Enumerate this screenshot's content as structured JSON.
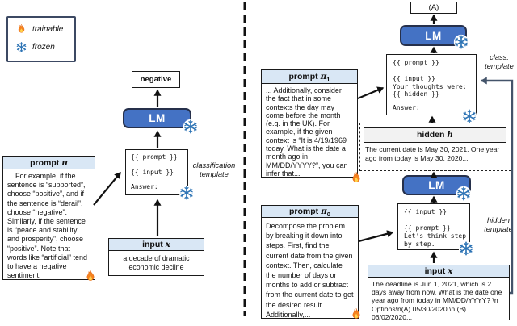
{
  "legend": {
    "trainable_label": "trainable",
    "frozen_label": "frozen",
    "trainable_icon": "flame-icon",
    "frozen_icon": "snowflake-icon"
  },
  "left": {
    "output_label": "negative",
    "lm_label": "LM",
    "template": {
      "lines": [
        "{{ prompt }}",
        "",
        "{{ input }}",
        "",
        "Answer:"
      ],
      "label_line1": "classification",
      "label_line2": "template"
    },
    "prompt": {
      "title_prefix": "prompt",
      "title_symbol": "π",
      "body": "... For example, if the sentence is “supported”, choose “positive”, and if the sentence is “derail”, choose “negative”. Similarly, if the sentence is “peace and stability and prosperity”, choose “positive”. Note that words like “artificial” tend to have a negative sentiment."
    },
    "input": {
      "title_prefix": "input",
      "title_symbol": "x",
      "body": "a decade of dramatic economic decline"
    }
  },
  "right": {
    "output_label": "(A)",
    "lm_top_label": "LM",
    "lm_mid_label": "LM",
    "class_template": {
      "lines": [
        "{{ prompt }}",
        "",
        "{{ input }}",
        "Your thoughts were:",
        "{{ hidden }}",
        "",
        "Answer:"
      ],
      "label_line1": "class.",
      "label_line2": "template"
    },
    "hidden_template": {
      "lines": [
        "{{ input }}",
        "",
        "{{ prompt }}",
        "Let’s think step",
        "by step."
      ],
      "label_line1": "hidden",
      "label_line2": "template"
    },
    "prompt1": {
      "title_prefix": "prompt",
      "title_symbol": "π",
      "title_sub": "1",
      "body": "... Additionally, consider the fact that in some contexts the day may come before the month (e.g. in the UK). For example, if the given context is “It is 4/19/1969 today. What is the date a month ago in MM/DD/YYYY?”, you can infer that..."
    },
    "prompt0": {
      "title_prefix": "prompt",
      "title_symbol": "π",
      "title_sub": "0",
      "body": "Decompose the problem by breaking it down into steps. First, find the current date from the given context. Then, calculate the number of days or months to add or subtract from the current date to get the desired result. Additionally,..."
    },
    "hidden": {
      "title_prefix": "hidden",
      "title_symbol": "h",
      "body": "The current date is May 30, 2021. One year ago from today is May 30, 2020..."
    },
    "input": {
      "title_prefix": "input",
      "title_symbol": "x",
      "body": "The deadline is Jun 1, 2021, which is 2 days away from now. What is the date one year ago from today in MM/DD/YYYY? \\n Options\\n(A) 05/30/2020 \\n (B) 06/02/2020..."
    }
  },
  "colors": {
    "lm_fill": "#4472c4",
    "header_fill": "#d9e7f5",
    "hidden_header_fill": "#f2f2f2",
    "snowflake_blue": "#2e74b5",
    "flame_orange": "#f58220",
    "connector_blue": "#44546a"
  }
}
